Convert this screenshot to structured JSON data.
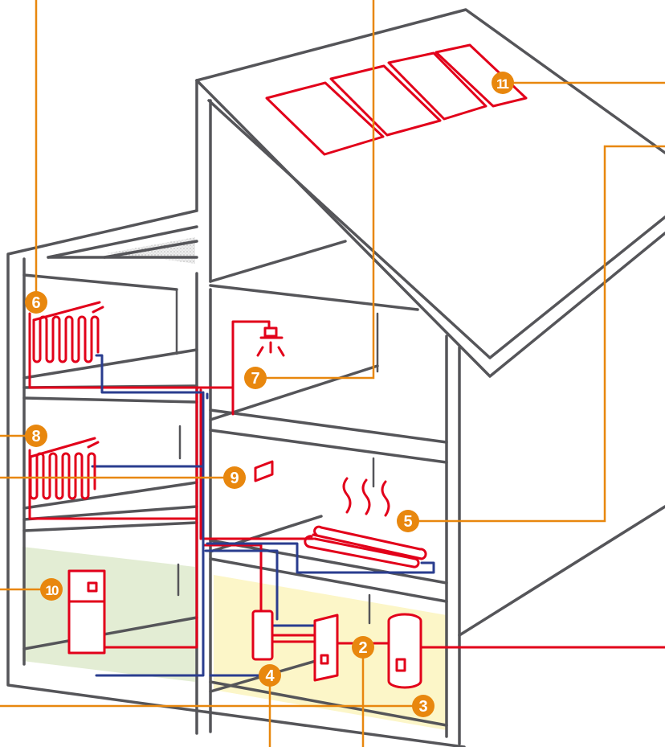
{
  "colors": {
    "hot_pipe": "#e2001a",
    "cold_pipe": "#2a3d8f",
    "wall": "#555559",
    "callout": "#e8870e",
    "basement_left_fill": "#e3edd4",
    "basement_right_fill": "#fcf6c8"
  },
  "callouts": {
    "n2": "2",
    "n3": "3",
    "n4": "4",
    "n5": "5",
    "n6": "6",
    "n7": "7",
    "n8": "8",
    "n9": "9",
    "n10": "10",
    "n11": "11"
  }
}
